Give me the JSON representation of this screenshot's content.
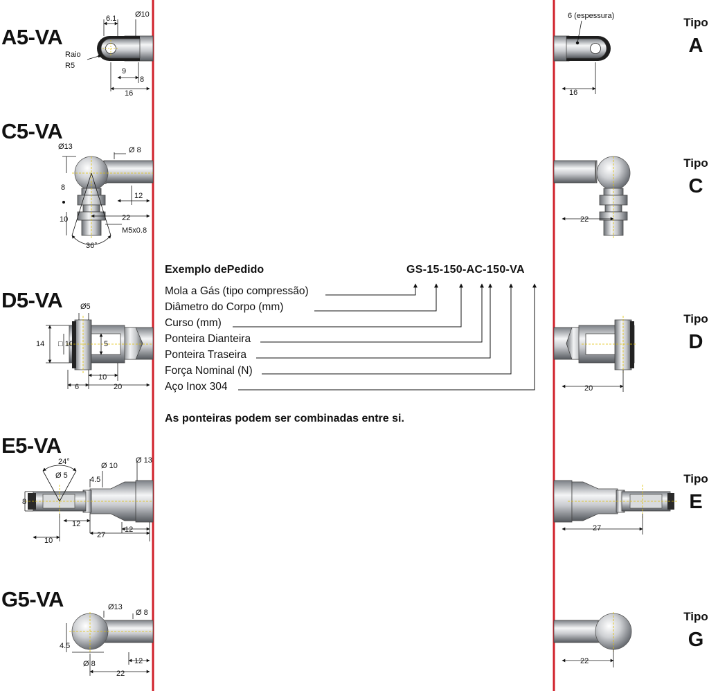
{
  "variants": [
    {
      "code": "A5-VA",
      "tipo_word": "Tipo",
      "tipo_letter": "A",
      "dims": {
        "width": "6.1",
        "diameter": "Ø10",
        "raio": "Raio",
        "raio_value": "R5",
        "d9": "9",
        "d8": "8",
        "len": "16",
        "thickness": "6 (espessura)",
        "len_right": "16"
      }
    },
    {
      "code": "C5-VA",
      "tipo_word": "Tipo",
      "tipo_letter": "C",
      "dims": {
        "ball": "Ø13",
        "rod": "Ø 8",
        "h8": "8",
        "l12": "12",
        "l22": "22",
        "h10": "10",
        "thread": "M5x0.8",
        "angle": "36°",
        "len_right": "22"
      }
    },
    {
      "code": "D5-VA",
      "tipo_word": "Tipo",
      "tipo_letter": "D",
      "dims": {
        "pin": "Ø5",
        "h14": "14",
        "sq10": "□ 10",
        "w5": "5",
        "l10": "10",
        "l6": "6",
        "l20": "20",
        "len_right": "20"
      }
    },
    {
      "code": "E5-VA",
      "tipo_word": "Tipo",
      "tipo_letter": "E",
      "dims": {
        "angle": "24°",
        "hole": "Ø 5",
        "d10": "Ø 10",
        "d13": "Ø 13",
        "h45": "4.5",
        "h8": "8",
        "l12": "12",
        "l10": "10",
        "l27": "27",
        "l12b": "12",
        "len_right": "27"
      }
    },
    {
      "code": "G5-VA",
      "tipo_word": "Tipo",
      "tipo_letter": "G",
      "dims": {
        "ball": "Ø13",
        "rod": "Ø 8",
        "h45": "4.5",
        "d8": "Ø  8",
        "l12": "12",
        "l22": "22",
        "len_right": "22"
      }
    }
  ],
  "order_example": {
    "title": "Exemplo dePedido",
    "code": "GS-15-150-AC-150-VA",
    "lines": [
      "Mola a Gás (tipo compressão)",
      "Diâmetro do Corpo (mm)",
      "Curso (mm)",
      "Ponteira Dianteira",
      "Ponteira Traseira",
      "Força Nominal (N)",
      "Aço Inox 304"
    ],
    "note": "As ponteiras podem ser combinadas entre si."
  },
  "colors": {
    "divider": "#d0202a",
    "metal_dark": "#6f7378",
    "metal_light": "#f2f3f4",
    "ink": "#111111",
    "center_line": "#e0c000"
  }
}
